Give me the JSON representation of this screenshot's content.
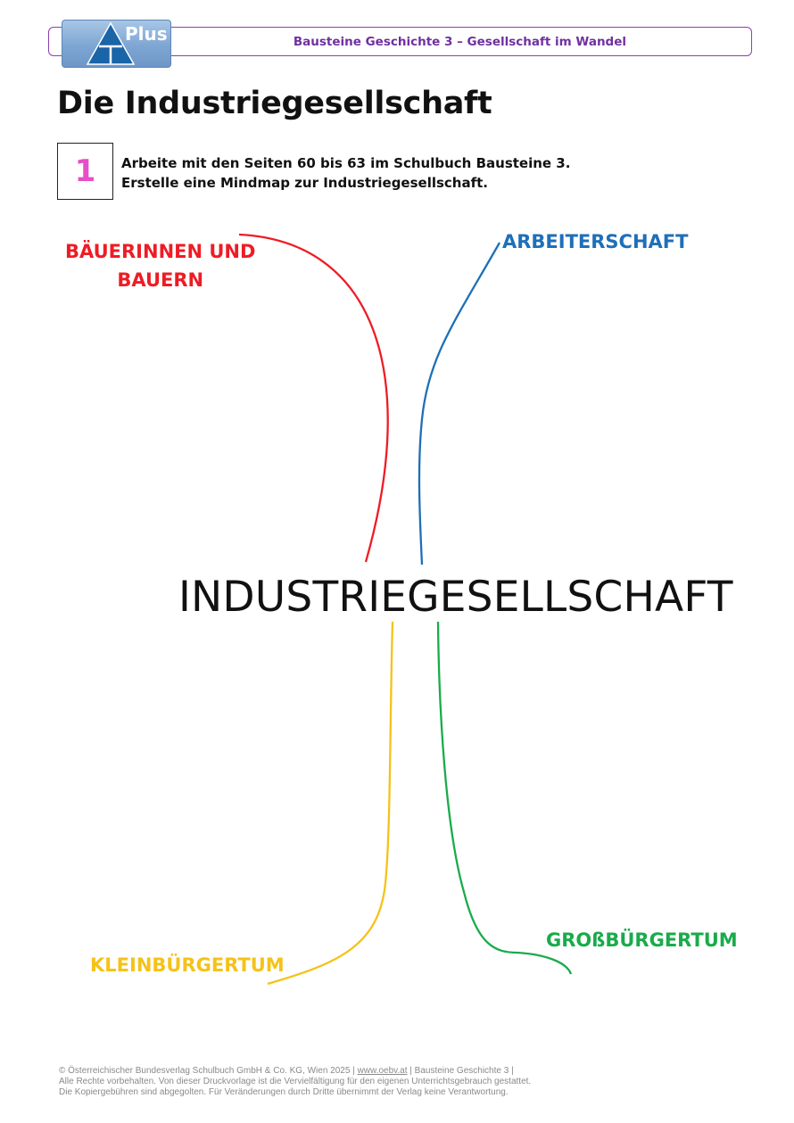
{
  "header": {
    "logo_text": "Plus",
    "title": "Bausteine Geschichte 3 – Gesellschaft im Wandel"
  },
  "page_title": "Die Industriegesellschaft",
  "task": {
    "number": "1",
    "line1": "Arbeite mit den Seiten 60 bis 63 im Schulbuch Bausteine 3.",
    "line2": "Erstelle eine Mindmap zur Industriegesellschaft."
  },
  "mindmap": {
    "center": "INDUSTRIEGESELLSCHAFT",
    "branches": [
      {
        "id": "bauern",
        "label_line1": "BÄUERINNEN UND",
        "label_line2": "BAUERN",
        "color": "#ee1c25"
      },
      {
        "id": "arbeiterschaft",
        "label_line1": "ARBEITERSCHAFT",
        "color": "#1f6fb8"
      },
      {
        "id": "kleinbuergertum",
        "label_line1": "KLEINBÜRGERTUM",
        "color": "#f5c218"
      },
      {
        "id": "grossbuergertum",
        "label_line1": "GROßBÜRGERTUM",
        "color": "#1aab4b"
      }
    ]
  },
  "footer": {
    "line1_prefix": "© Österreichischer Bundesverlag Schulbuch GmbH & Co. KG, Wien 2025 | ",
    "link": "www.oebv.at",
    "line1_suffix": " | Bausteine Geschichte 3 |",
    "line2": "Alle Rechte vorbehalten. Von dieser Druckvorlage ist die Vervielfältigung für den eigenen Unterrichtsgebrauch gestattet.",
    "line3": "Die Kopiergebühren sind abgegolten. Für Veränderungen durch Dritte übernimmt der Verlag keine Verantwortung."
  }
}
